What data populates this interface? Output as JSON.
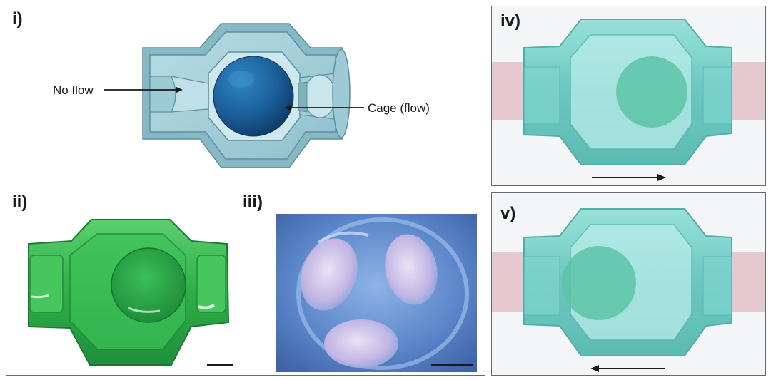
{
  "panels": {
    "i": {
      "label": "i)"
    },
    "ii": {
      "label": "ii)"
    },
    "iii": {
      "label": "iii)"
    },
    "iv": {
      "label": "iv)"
    },
    "v": {
      "label": "v)"
    }
  },
  "annotations": {
    "no_flow": "No flow",
    "cage_flow": "Cage (flow)"
  },
  "colors": {
    "cad_body": "#a9d2dc",
    "cad_edge": "#5f8f9c",
    "sphere": "#1e5f9a",
    "green_print": "#2fae4a",
    "teal_print": "#62c7c0",
    "blue_photo": "#5b86c9",
    "tube_pink": "#e3c1c7"
  },
  "flow_direction": {
    "iv": "right",
    "v": "left"
  }
}
